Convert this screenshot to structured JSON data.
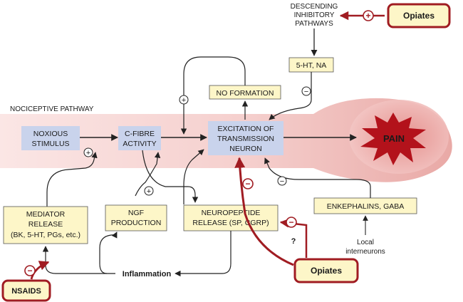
{
  "pathway_label": "NOCICEPTIVE PATHWAY",
  "descending": {
    "line1": "DESCENDING",
    "line2": "INHIBITORY",
    "line3": "PATHWAYS"
  },
  "nodes": {
    "noxious": {
      "line1": "NOXIOUS",
      "line2": "STIMULUS"
    },
    "cfibre": {
      "line1": "C-FIBRE",
      "line2": "ACTIVITY"
    },
    "excitation": {
      "line1": "EXCITATION OF",
      "line2": "TRANSMISSION",
      "line3": "NEURON"
    },
    "pain": "PAIN",
    "no_formation": "NO FORMATION",
    "ht_na": "5-HT, NA",
    "mediator": {
      "line1": "MEDIATOR",
      "line2": "RELEASE",
      "line3": "(BK, 5-HT, PGs, etc.)"
    },
    "ngf": {
      "line1": "NGF",
      "line2": "PRODUCTION"
    },
    "neuropeptide": {
      "line1": "NEUROPEPTIDE",
      "line2": "RELEASE (SP, CGRP)"
    },
    "enkephalins": "ENKEPHALINS, GABA",
    "interneurons": {
      "line1": "Local",
      "line2": "interneurons"
    },
    "inflammation": "Inflammation"
  },
  "drugs": {
    "opiates_top": "Opiates",
    "opiates_bottom": "Opiates",
    "nsaids": "NSAIDS"
  },
  "signs": {
    "plus": "+",
    "minus": "−",
    "question": "?"
  },
  "colors": {
    "box_fill": "#fdf6c8",
    "blue_fill": "#c9d3ec",
    "drug_border": "#a01c22",
    "pain_red": "#b3121b",
    "pathway_pink": "#f4c9c7"
  }
}
